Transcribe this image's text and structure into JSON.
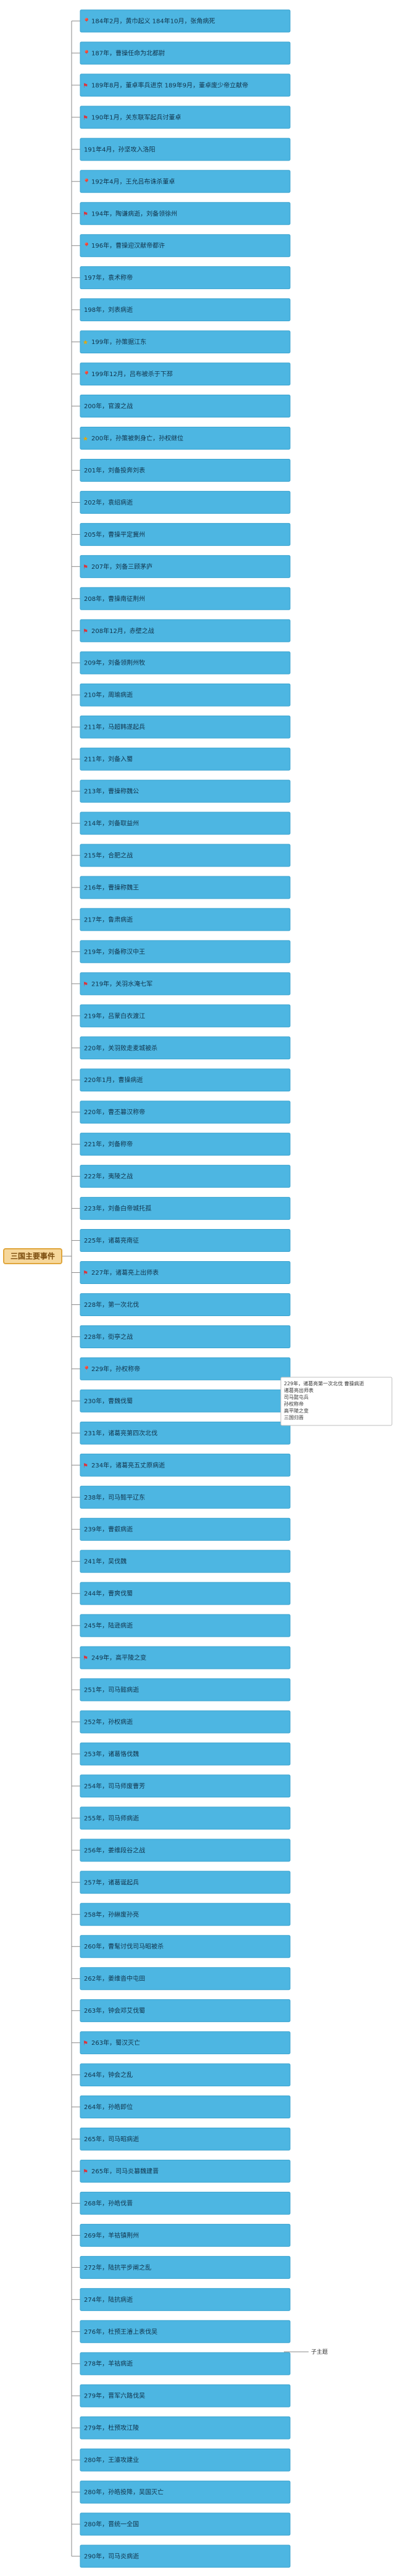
{
  "root": {
    "label": "三国主要事件"
  },
  "colors": {
    "node": "#4db6e2",
    "root": "#f6d79b",
    "connector": "#8a8a8a"
  },
  "nodes": [
    {
      "text": "184年2月，黄巾起义 184年10月，张角病死",
      "icon": "pin"
    },
    {
      "text": "187年，曹操任命为北都尉",
      "icon": "pin"
    },
    {
      "text": "189年8月，董卓率兵进京 189年9月，董卓废少帝立献帝",
      "icon": "flag"
    },
    {
      "text": "190年1月，关东联军起兵讨董卓",
      "icon": "flag"
    },
    {
      "text": "191年4月，孙坚攻入洛阳"
    },
    {
      "text": "192年4月，王允吕布诛杀董卓",
      "icon": "pin"
    },
    {
      "text": "194年，陶谦病逝，刘备领徐州",
      "icon": "flag"
    },
    {
      "text": "196年，曹操迎汉献帝都许",
      "icon": "pin"
    },
    {
      "text": "197年，袁术称帝"
    },
    {
      "text": "198年，刘表病逝"
    },
    {
      "text": "199年，孙策据江东",
      "icon": "star"
    },
    {
      "text": "199年12月，吕布被杀于下邳",
      "icon": "pin"
    },
    {
      "text": "200年，官渡之战"
    },
    {
      "text": "200年，孙策被刺身亡，孙权继位",
      "icon": "star"
    },
    {
      "text": "201年，刘备投奔刘表"
    },
    {
      "text": "202年，袁绍病逝"
    },
    {
      "text": "205年，曹操平定冀州"
    },
    {
      "text": "207年，刘备三顾茅庐",
      "icon": "flag"
    },
    {
      "text": "208年，曹操南征荆州"
    },
    {
      "text": "208年12月，赤壁之战",
      "icon": "flag"
    },
    {
      "text": "209年，刘备领荆州牧"
    },
    {
      "text": "210年，周瑜病逝"
    },
    {
      "text": "211年，马超韩遂起兵"
    },
    {
      "text": "211年，刘备入蜀"
    },
    {
      "text": "213年，曹操称魏公"
    },
    {
      "text": "214年，刘备取益州"
    },
    {
      "text": "215年，合肥之战"
    },
    {
      "text": "216年，曹操称魏王"
    },
    {
      "text": "217年，鲁肃病逝"
    },
    {
      "text": "219年，刘备称汉中王"
    },
    {
      "text": "219年，关羽水淹七军",
      "icon": "flag"
    },
    {
      "text": "219年，吕蒙白衣渡江"
    },
    {
      "text": "220年，关羽败走麦城被杀"
    },
    {
      "text": "220年1月，曹操病逝"
    },
    {
      "text": "220年，曹丕篡汉称帝"
    },
    {
      "text": "221年，刘备称帝"
    },
    {
      "text": "222年，夷陵之战"
    },
    {
      "text": "223年，刘备白帝城托孤"
    },
    {
      "text": "225年，诸葛亮南征"
    },
    {
      "text": "227年，诸葛亮上出师表",
      "icon": "flag"
    },
    {
      "text": "228年，第一次北伐"
    },
    {
      "text": "228年，街亭之战"
    },
    {
      "text": "229年，孙权称帝",
      "icon": "pin"
    },
    {
      "text": "230年，曹魏伐蜀"
    },
    {
      "text": "231年，诸葛亮第四次北伐"
    },
    {
      "text": "234年，诸葛亮五丈原病逝",
      "icon": "flag"
    },
    {
      "text": "238年，司马懿平辽东"
    },
    {
      "text": "239年，曹叡病逝"
    },
    {
      "text": "241年，吴伐魏"
    },
    {
      "text": "244年，曹爽伐蜀"
    },
    {
      "text": "245年，陆逊病逝"
    },
    {
      "text": "249年，高平陵之变",
      "icon": "flag"
    },
    {
      "text": "251年，司马懿病逝"
    },
    {
      "text": "252年，孙权病逝"
    },
    {
      "text": "253年，诸葛恪伐魏"
    },
    {
      "text": "254年，司马师废曹芳"
    },
    {
      "text": "255年，司马师病逝"
    },
    {
      "text": "256年，姜维段谷之战"
    },
    {
      "text": "257年，诸葛诞起兵"
    },
    {
      "text": "258年，孙綝废孙亮"
    },
    {
      "text": "260年，曹髦讨伐司马昭被杀"
    },
    {
      "text": "262年，姜维沓中屯田"
    },
    {
      "text": "263年，钟会邓艾伐蜀"
    },
    {
      "text": "263年，蜀汉灭亡",
      "icon": "flag"
    },
    {
      "text": "264年，钟会之乱"
    },
    {
      "text": "264年，孙皓即位"
    },
    {
      "text": "265年，司马昭病逝"
    },
    {
      "text": "265年，司马炎篡魏建晋",
      "icon": "flag"
    },
    {
      "text": "268年，孙皓伐晋"
    },
    {
      "text": "269年，羊祜镇荆州"
    },
    {
      "text": "272年，陆抗平步阐之乱"
    },
    {
      "text": "274年，陆抗病逝"
    },
    {
      "text": "276年，杜预王濬上表伐吴"
    },
    {
      "text": "278年，羊祜病逝"
    },
    {
      "text": "279年，晋军六路伐吴"
    },
    {
      "text": "279年，杜预攻江陵"
    },
    {
      "text": "280年，王濬攻建业"
    },
    {
      "text": "280年，孙皓投降，吴国灭亡"
    },
    {
      "text": "280年，晋统一全国"
    },
    {
      "text": "290年，司马炎病逝"
    }
  ],
  "note": {
    "lines": [
      "229年，诸葛亮第一次北伐 曹操病逝",
      "诸葛亮出师表",
      "司马懿屯兵",
      "孙权称帝",
      "高平陵之变",
      "三国归晋"
    ]
  },
  "side_note": {
    "text": "子主题"
  }
}
